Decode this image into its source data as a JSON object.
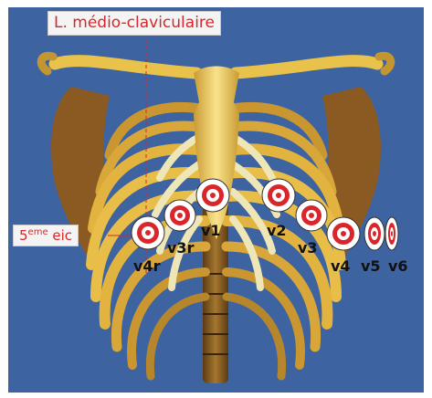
{
  "labels": {
    "midclavicular_line": "L. médio-claviculaire",
    "intercostal_space_num": "5",
    "intercostal_space_sup": "eme",
    "intercostal_space_word": "eic"
  },
  "leads": [
    {
      "id": "v1",
      "label": "v1"
    },
    {
      "id": "v2",
      "label": "v2"
    },
    {
      "id": "v3",
      "label": "v3"
    },
    {
      "id": "v3r",
      "label": "v3r"
    },
    {
      "id": "v4",
      "label": "v4"
    },
    {
      "id": "v4r",
      "label": "v4r"
    },
    {
      "id": "v5",
      "label": "v5"
    },
    {
      "id": "v6",
      "label": "v6"
    }
  ],
  "colors": {
    "background": "#3d63a0",
    "bone": "#e8c24a",
    "bone_dark": "#8a5a1e",
    "cartilage": "#efe6b8",
    "scapula": "#8a5a22",
    "electrode_ring": "#d8262b",
    "label_text": "#d8262b",
    "guide_line": "#d8262b"
  }
}
